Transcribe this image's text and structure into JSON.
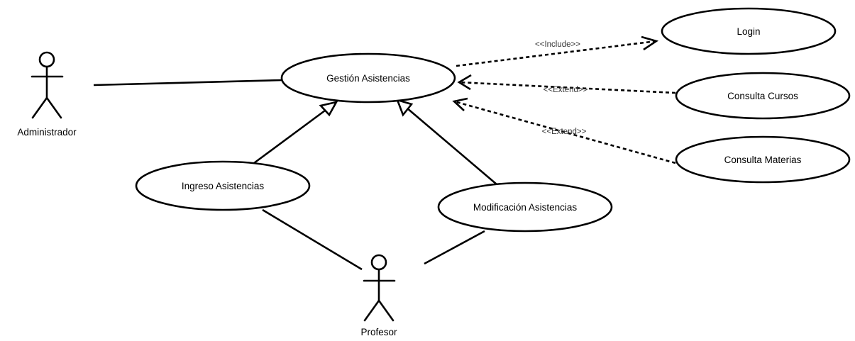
{
  "actors": {
    "administrador": "Administrador",
    "profesor": "Profesor"
  },
  "use_cases": {
    "gestion": "Gestión Asistencias",
    "login": "Login",
    "consulta_cursos": "Consulta Cursos",
    "consulta_materias": "Consulta Materias",
    "ingreso": "Ingreso Asistencias",
    "modificacion": "Modificación Asistencias"
  },
  "relations": {
    "include_label": "<<Include>>",
    "extend_cursos_label": "<<Extend>>",
    "extend_materias_label": "<<Extend>>"
  },
  "colors": {
    "stroke": "#000000",
    "background": "#ffffff"
  }
}
